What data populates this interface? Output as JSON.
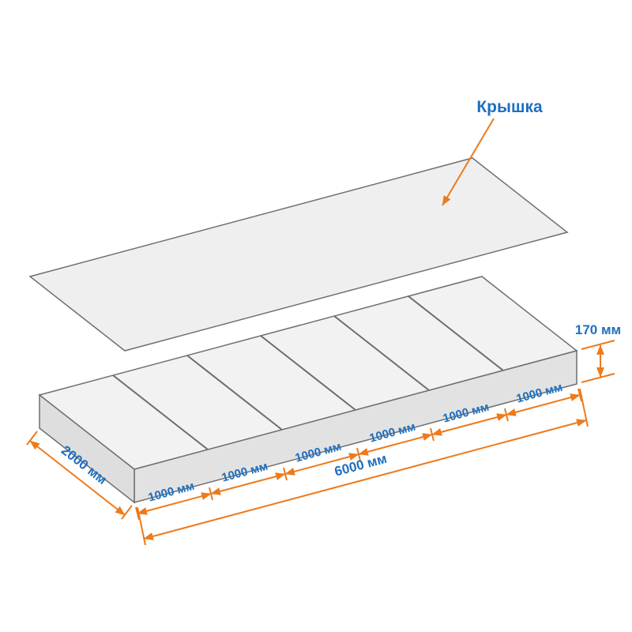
{
  "diagram": {
    "title_label": "Крышка",
    "height": "170 мм",
    "depth": "2000 мм",
    "length": "6000 мм",
    "cells": [
      "1000 мм",
      "1000 мм",
      "1000 мм",
      "1000 мм",
      "1000 мм",
      "1000 мм"
    ],
    "colors": {
      "dimension_orange": "#ED7A1C",
      "label_blue": "#1E6FBE",
      "mesh_gray": "#8F8F8F"
    }
  }
}
